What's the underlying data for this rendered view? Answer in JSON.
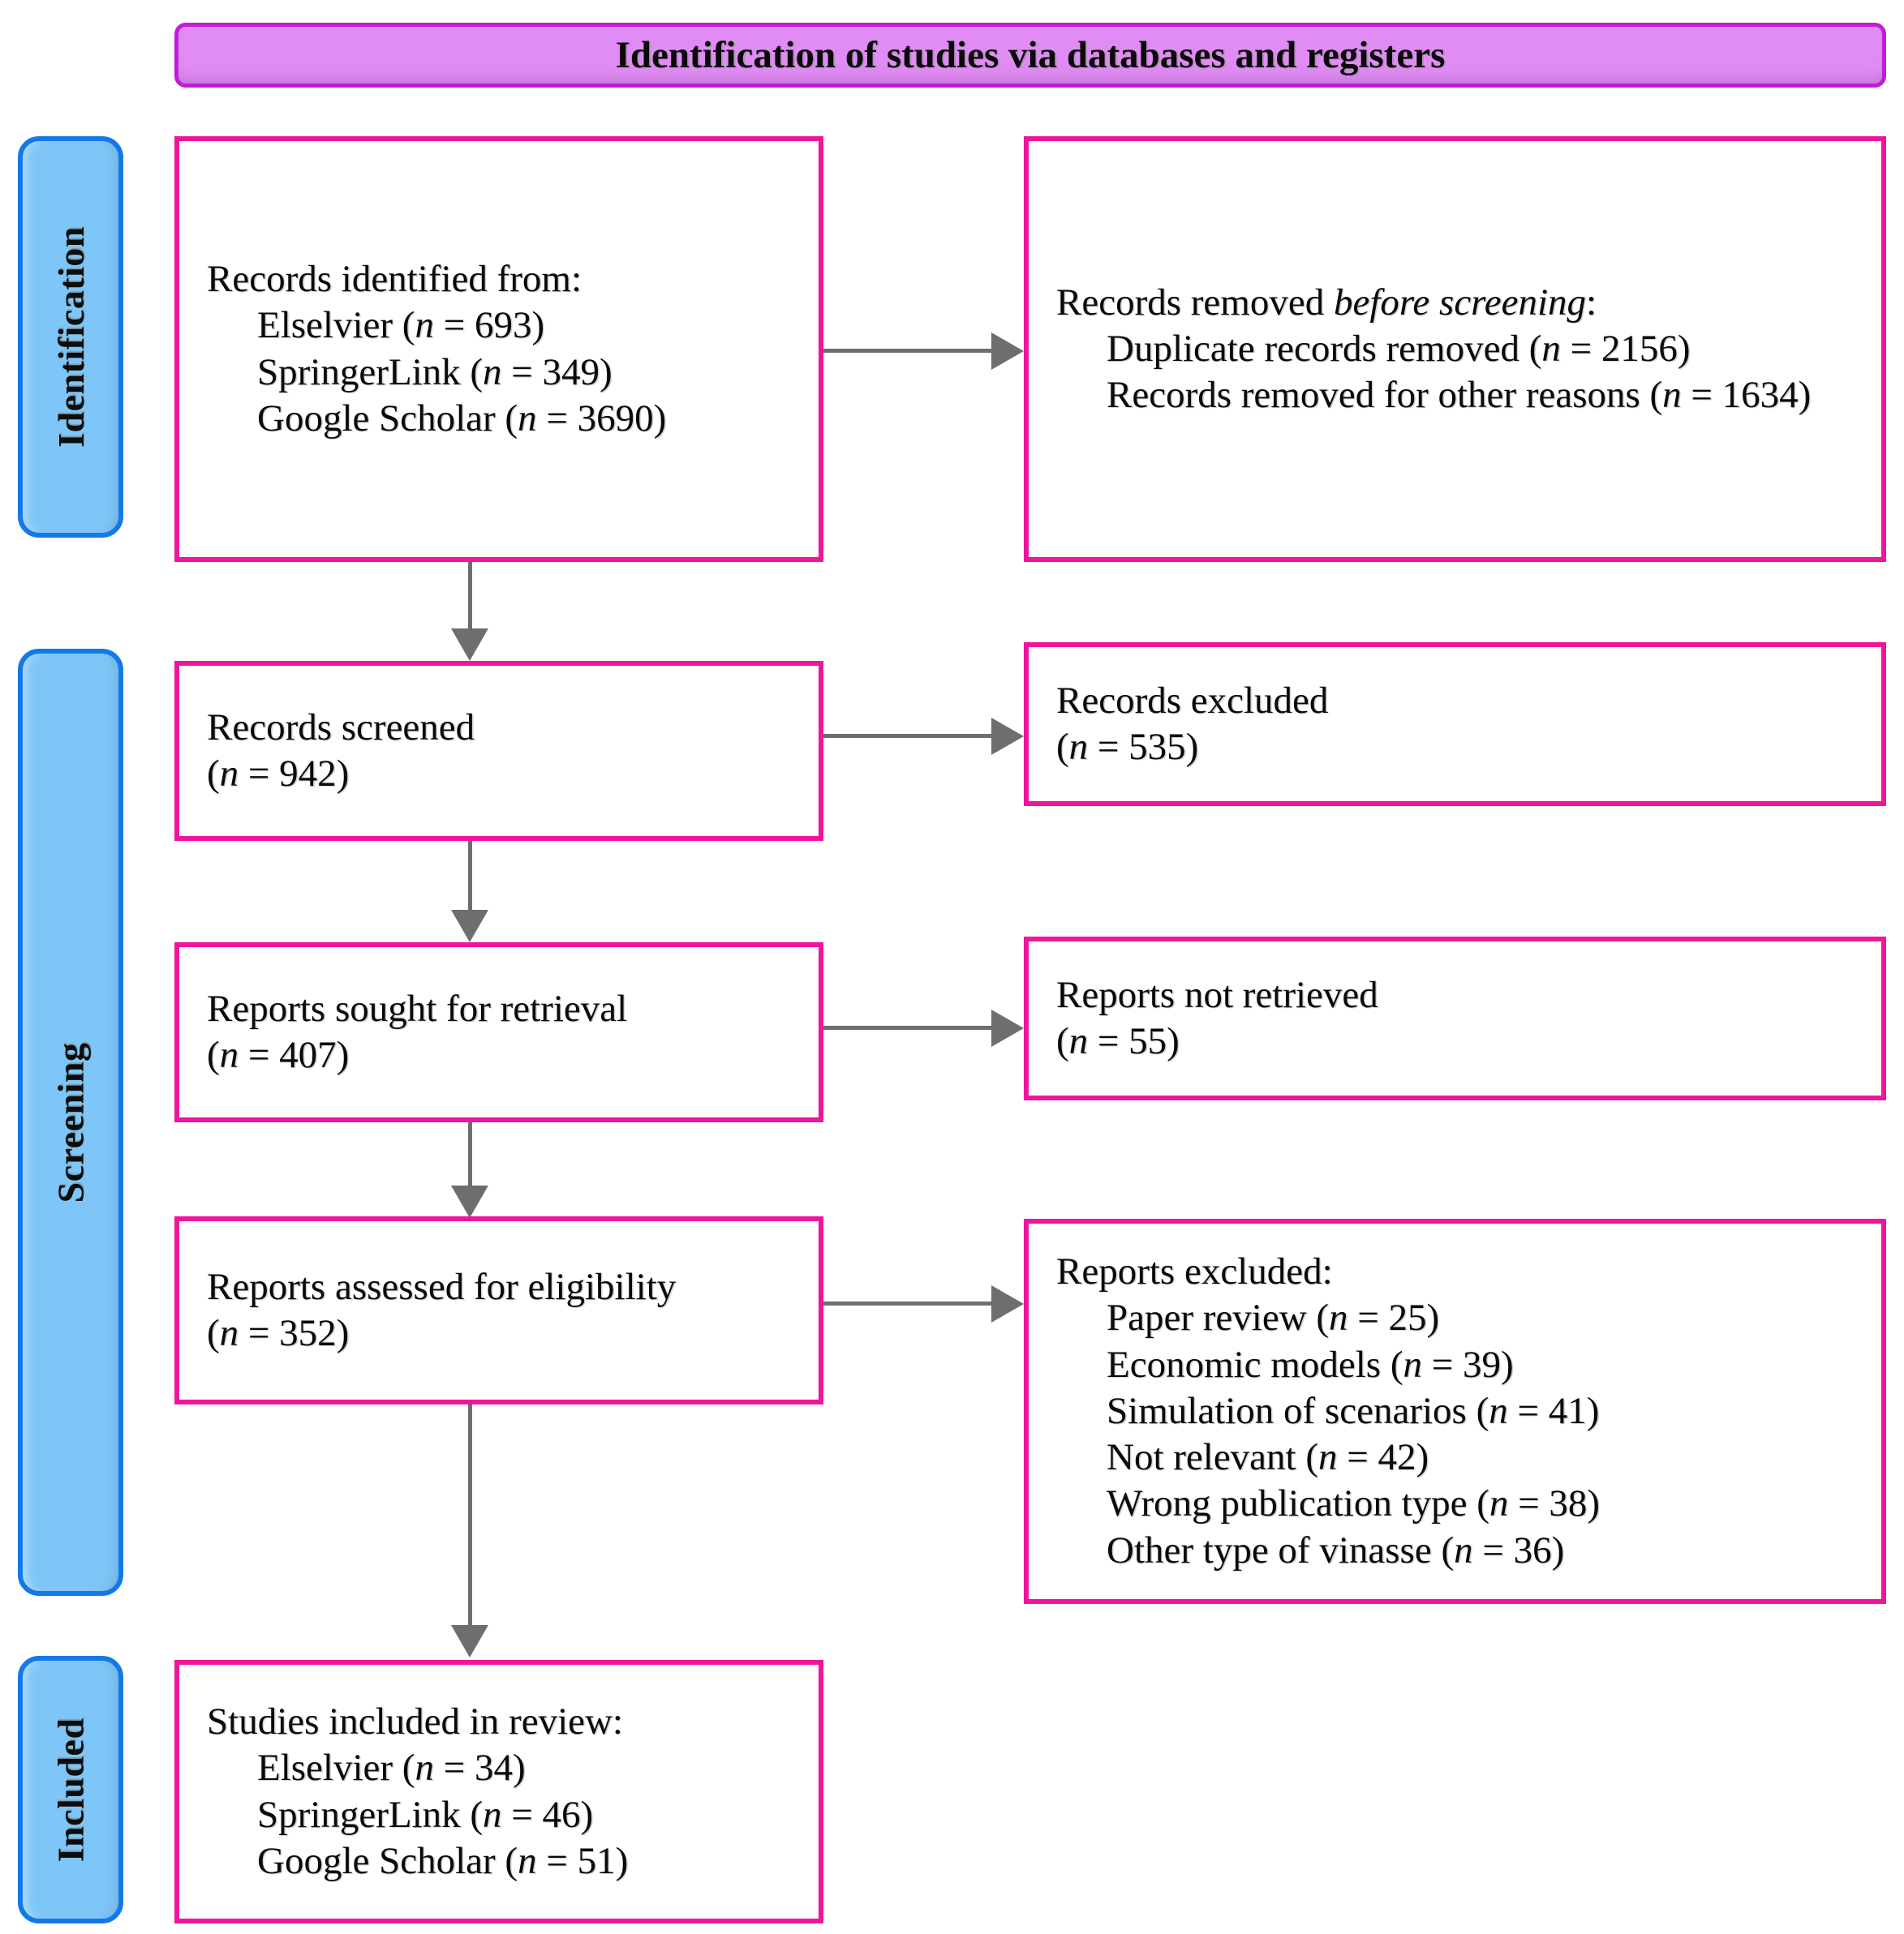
{
  "header": {
    "title": "Identification of studies via databases and registers",
    "fill_color": "#e18cf5",
    "border_color": "#c21cd9"
  },
  "theme": {
    "box_border_color": "#ef159c",
    "stage_fill_color": "#7ec6f7",
    "stage_border_color": "#1479e8",
    "arrow_color": "#6e6e6e",
    "text_color": "#0a0a0a",
    "background_color": "#ffffff"
  },
  "stages": [
    {
      "label": "Identification"
    },
    {
      "label": "Screening"
    },
    {
      "label": "Included"
    }
  ],
  "boxes": {
    "records_identified": {
      "lines": [
        {
          "text": "Records identified from:",
          "indent": false
        },
        {
          "text": "Elselvier (",
          "italic": "n",
          "tail": " = 693)",
          "indent": true
        },
        {
          "text": "SpringerLink (",
          "italic": "n",
          "tail": " = 349)",
          "indent": true
        },
        {
          "text": "Google Scholar (",
          "italic": "n",
          "tail": " = 3690)",
          "indent": true
        }
      ]
    },
    "records_removed": {
      "lines": [
        {
          "text": "Records removed ",
          "italic": "before screening",
          "tail": ":",
          "indent": false
        },
        {
          "text": "Duplicate records removed (",
          "italic": "n",
          "tail": " = 2156)",
          "indent": true
        },
        {
          "text": "Records removed for other reasons (",
          "italic": "n",
          "tail": " = 1634)",
          "indent": true
        }
      ]
    },
    "records_screened": {
      "lines": [
        {
          "text": "Records screened",
          "indent": false
        },
        {
          "text": "(",
          "italic": "n",
          "tail": " = 942)",
          "indent": false
        }
      ]
    },
    "records_excluded": {
      "lines": [
        {
          "text": "Records excluded",
          "indent": false
        },
        {
          "text": "(",
          "italic": "n",
          "tail": " = 535)",
          "indent": false
        }
      ]
    },
    "reports_sought": {
      "lines": [
        {
          "text": "Reports sought for retrieval",
          "indent": false
        },
        {
          "text": "(",
          "italic": "n",
          "tail": " = 407)",
          "indent": false
        }
      ]
    },
    "reports_not_retrieved": {
      "lines": [
        {
          "text": "Reports not retrieved",
          "indent": false
        },
        {
          "text": "(",
          "italic": "n",
          "tail": " = 55)",
          "indent": false
        }
      ]
    },
    "reports_assessed": {
      "lines": [
        {
          "text": "Reports assessed for eligibility",
          "indent": false
        },
        {
          "text": "(",
          "italic": "n",
          "tail": " = 352)",
          "indent": false
        }
      ]
    },
    "reports_excluded": {
      "lines": [
        {
          "text": "Reports excluded:",
          "indent": false
        },
        {
          "text": "Paper review (",
          "italic": "n",
          "tail": " = 25)",
          "indent": true
        },
        {
          "text": "Economic models (",
          "italic": "n",
          "tail": " = 39)",
          "indent": true
        },
        {
          "text": "Simulation of scenarios (",
          "italic": "n",
          "tail": " = 41)",
          "indent": true
        },
        {
          "text": "Not relevant (",
          "italic": "n",
          "tail": " = 42)",
          "indent": true
        },
        {
          "text": "Wrong publication type (",
          "italic": "n",
          "tail": " = 38)",
          "indent": true
        },
        {
          "text": "Other type of vinasse (",
          "italic": "n",
          "tail": " = 36)",
          "indent": true
        }
      ]
    },
    "studies_included": {
      "lines": [
        {
          "text": "Studies included in review:",
          "indent": false
        },
        {
          "text": "Elselvier (",
          "italic": "n",
          "tail": " = 34)",
          "indent": true
        },
        {
          "text": "SpringerLink (",
          "italic": "n",
          "tail": " = 46)",
          "indent": true
        },
        {
          "text": "Google Scholar (",
          "italic": "n",
          "tail": " = 51)",
          "indent": true
        }
      ]
    }
  }
}
